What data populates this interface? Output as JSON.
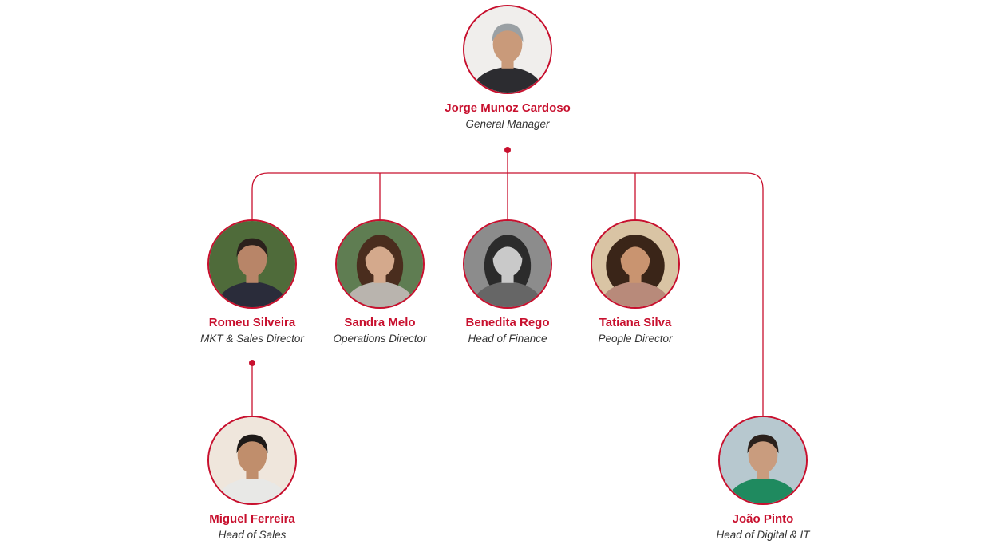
{
  "colors": {
    "accent": "#c8102e",
    "line": "#c8102e",
    "role_text": "#333333"
  },
  "people": [
    {
      "id": "jorge",
      "name": "Jorge Munoz Cardoso",
      "role": "General Manager",
      "photo": {
        "bg": "#f0eeec",
        "skin": "#c99a7a",
        "hair": "#9aa0a4",
        "shirt": "#2c2c30",
        "hair_style": "short"
      }
    },
    {
      "id": "romeu",
      "name": "Romeu Silveira",
      "role": "MKT & Sales Director",
      "photo": {
        "bg": "#4f6b3a",
        "skin": "#b88568",
        "hair": "#2b211c",
        "shirt": "#2a2c3a",
        "hair_style": "short"
      }
    },
    {
      "id": "sandra",
      "name": "Sandra Melo",
      "role": "Operations Director",
      "photo": {
        "bg": "#5f7d52",
        "skin": "#d4a98c",
        "hair": "#4a2d1e",
        "shirt": "#b9b4ae",
        "hair_style": "long"
      }
    },
    {
      "id": "benedita",
      "name": "Benedita Rego",
      "role": "Head of Finance",
      "photo": {
        "bg": "#8c8c8c",
        "skin": "#c9c9c9",
        "hair": "#2b2b2b",
        "shirt": "#666666",
        "hair_style": "long"
      }
    },
    {
      "id": "tatiana",
      "name": "Tatiana Silva",
      "role": "People Director",
      "photo": {
        "bg": "#d9c4a4",
        "skin": "#c99470",
        "hair": "#3a2518",
        "shirt": "#b88a7a",
        "hair_style": "curly"
      }
    },
    {
      "id": "miguel",
      "name": "Miguel Ferreira",
      "role": "Head of Sales",
      "photo": {
        "bg": "#efe6dc",
        "skin": "#c08e6c",
        "hair": "#1e1a18",
        "shirt": "#e8e8e6",
        "hair_style": "short"
      }
    },
    {
      "id": "joao",
      "name": "João Pinto",
      "role": "Head of Digital & IT",
      "photo": {
        "bg": "#b7c8cf",
        "skin": "#c99c7e",
        "hair": "#2b211c",
        "shirt": "#1f8a5f",
        "hair_style": "short"
      }
    }
  ]
}
